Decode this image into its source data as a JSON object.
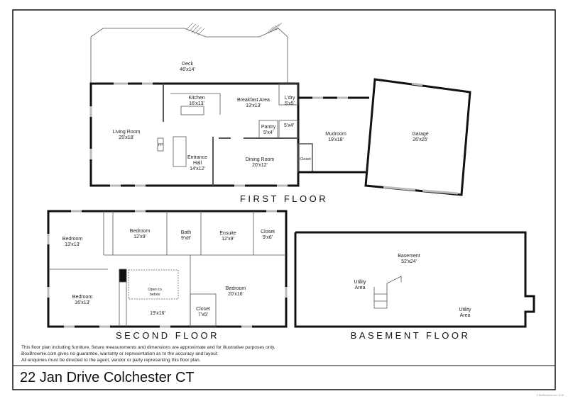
{
  "headings": {
    "first_floor": "FIRST FLOOR",
    "second_floor": "SECOND FLOOR",
    "basement_floor": "BASEMENT FLOOR"
  },
  "first_floor": {
    "deck": {
      "name": "Deck",
      "dims": "46'x14'"
    },
    "living": {
      "name": "Living Room",
      "dims": "25'x18'"
    },
    "kitchen": {
      "name": "Kitchen",
      "dims": "16'x13'"
    },
    "breakfast": {
      "name": "Breakfast Area",
      "dims": "13'x13'"
    },
    "laundry": {
      "name": "L'dry",
      "dims": "5'x5'"
    },
    "pantry": {
      "name": "Pantry",
      "dims": "5'x4'"
    },
    "powder": {
      "dims": "5'x4'"
    },
    "entrance": {
      "name1": "Entrance",
      "name2": "Hall",
      "dims": "14'x12'"
    },
    "dining": {
      "name": "Dining Room",
      "dims": "20'x12'"
    },
    "closet": {
      "name": "Closet"
    },
    "fireplace": {
      "name": "FP"
    },
    "mudroom": {
      "name": "Mudroom",
      "dims": "19'x18'"
    },
    "garage": {
      "name": "Garage",
      "dims": "26'x25'"
    }
  },
  "second_floor": {
    "bed1": {
      "name": "Bedroom",
      "dims": "13'x13'"
    },
    "bed2": {
      "name": "Bedroom",
      "dims": "12'x9'"
    },
    "bath": {
      "name": "Bath",
      "dims": "9'x8'"
    },
    "ensuite": {
      "name": "Ensuite",
      "dims": "12'x9'"
    },
    "closet1": {
      "name": "Closet",
      "dims": "9'x6'"
    },
    "bed3": {
      "name": "Bedroom",
      "dims": "16'x13'"
    },
    "open": {
      "line1": "Open to",
      "line2": "below"
    },
    "hall": {
      "dims": "19'x16'"
    },
    "bed4": {
      "name": "Bedroom",
      "dims": "20'x16'"
    },
    "closet2": {
      "name": "Closet",
      "dims": "7'x5'"
    }
  },
  "basement": {
    "main": {
      "name": "Basement",
      "dims": "52'x24'"
    },
    "utility1": {
      "line1": "Utility",
      "line2": "Area"
    },
    "utility2": {
      "line1": "Utility",
      "line2": "Area"
    }
  },
  "disclaimer": [
    "This floor plan including furniture, fixture measurements and dimensions are approximate and for illustrative purposes only.",
    "BoxBrownie.com gives no guarantee, warranty or representation as to the accuracy and layout.",
    "All enquiries must be directed to the agent, vendor or party representing this floor plan."
  ],
  "title": "22 Jan Drive Colchester CT",
  "copyright": "© BoxBrownie.com 2018"
}
